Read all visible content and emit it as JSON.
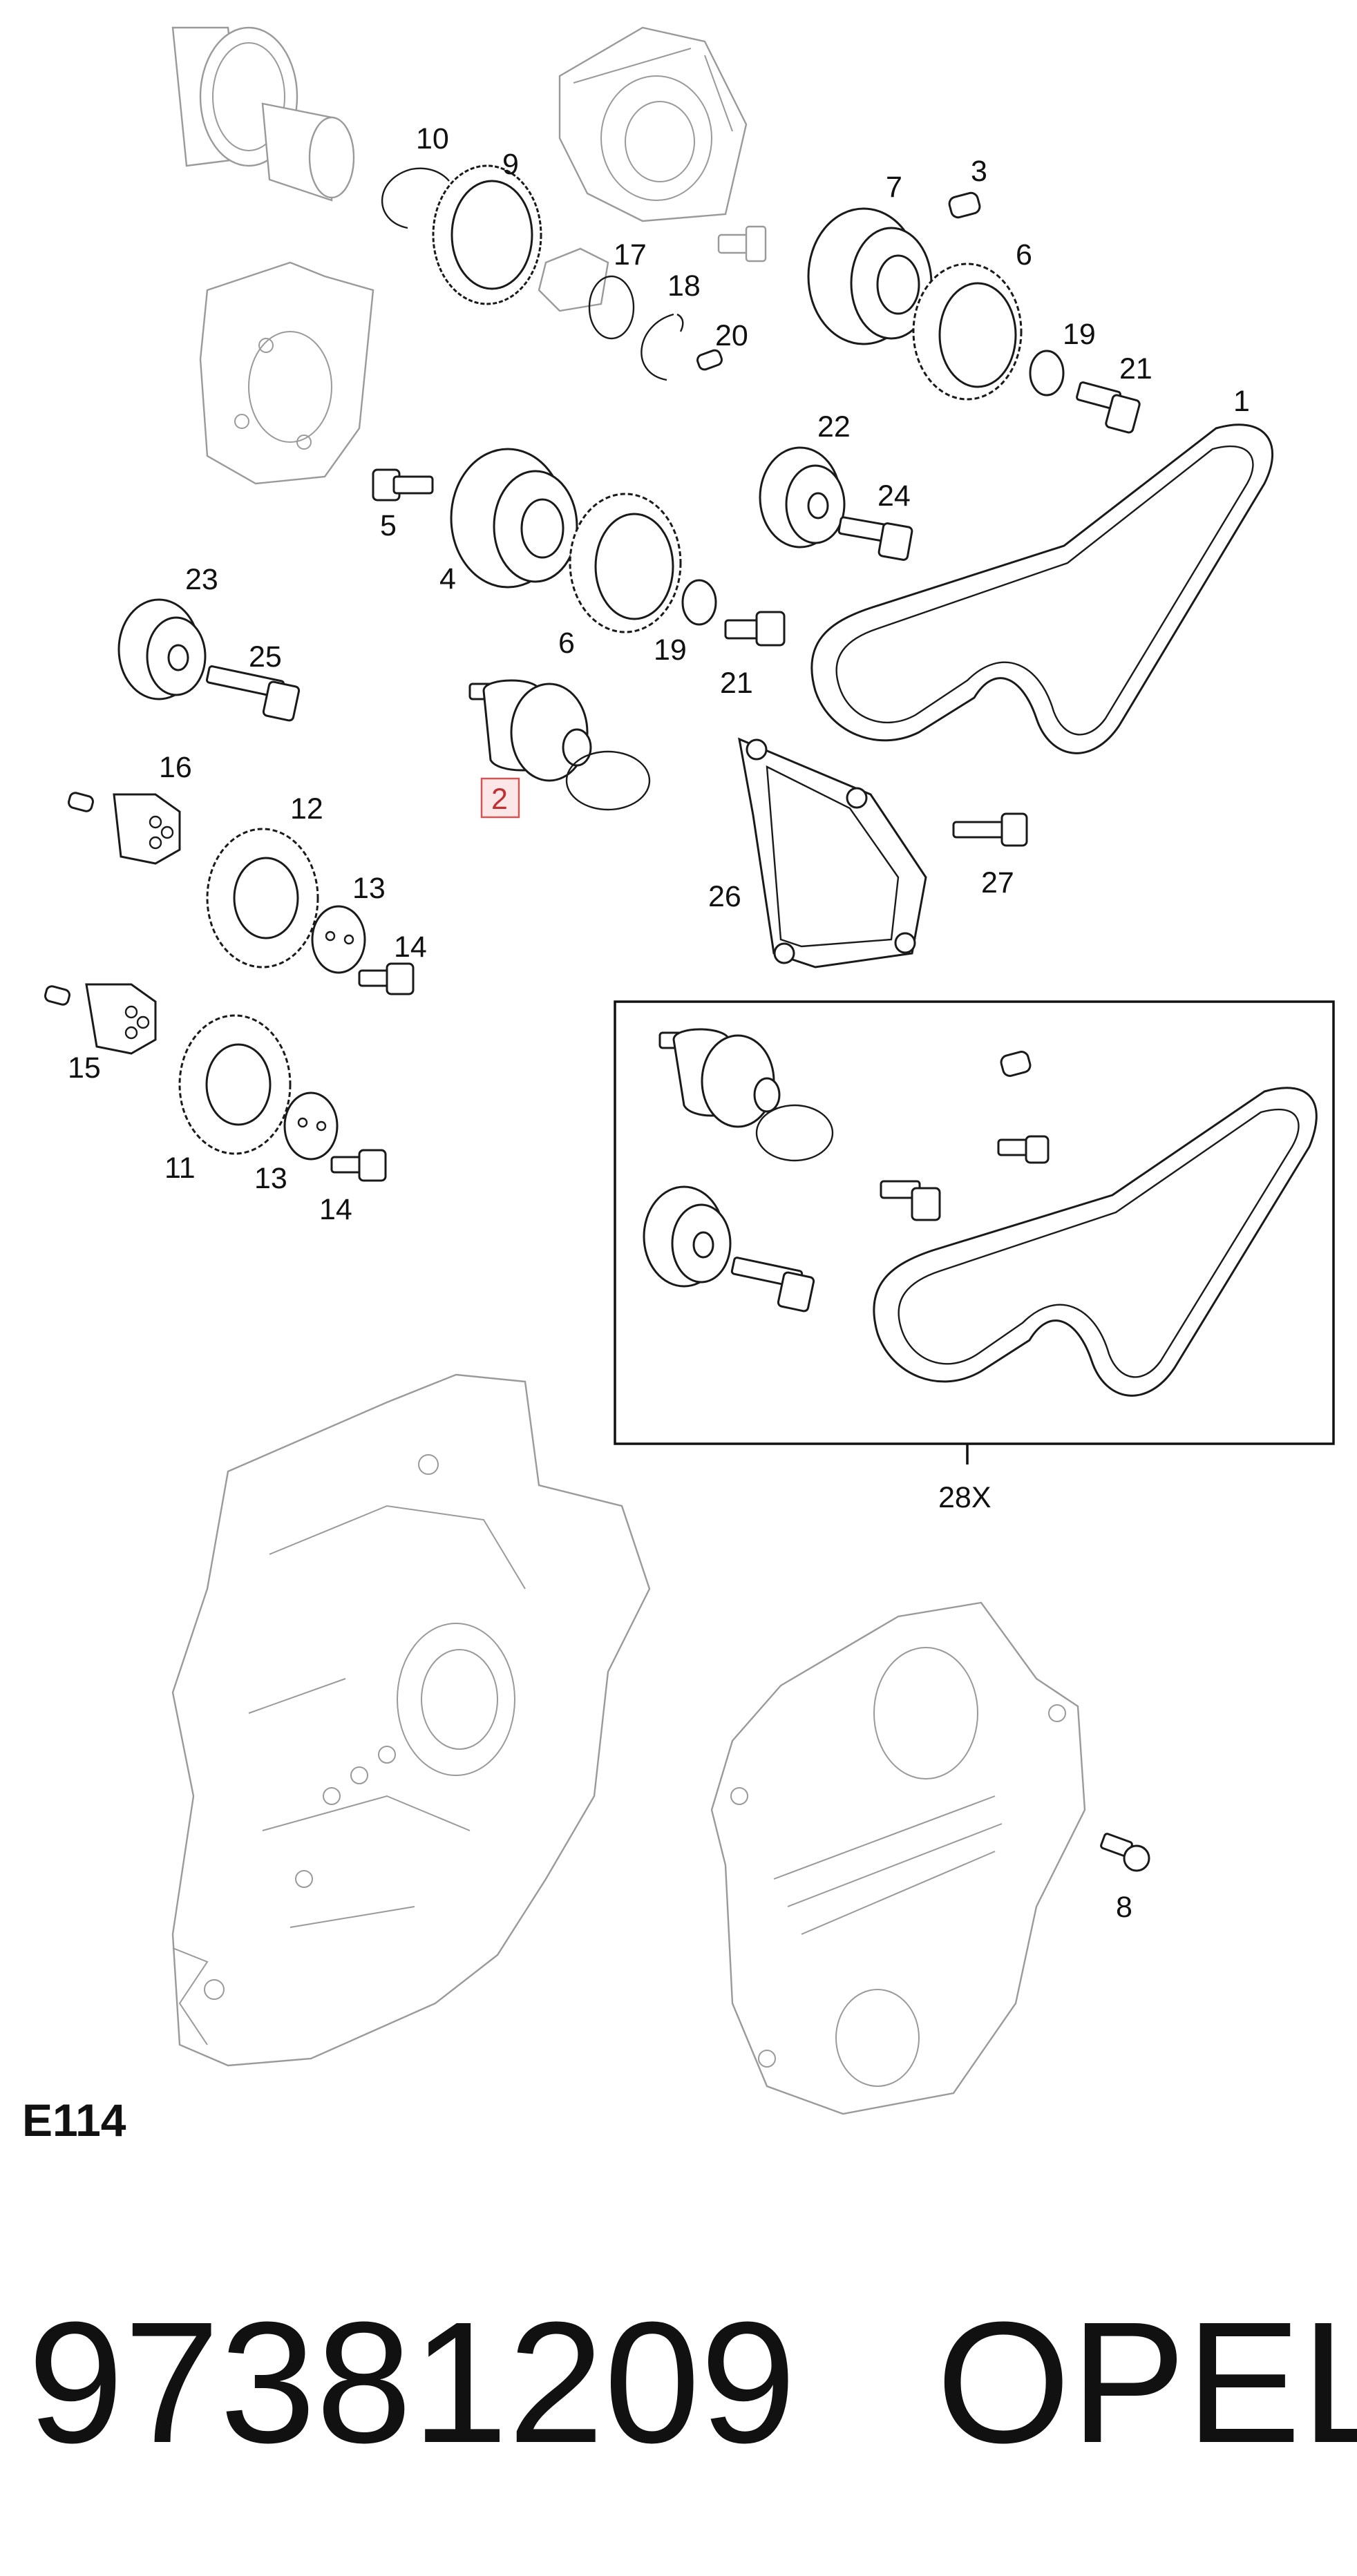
{
  "diagram": {
    "code": "E114",
    "highlighted_callout": "2",
    "kit_label": "28X",
    "callouts": {
      "c1": "1",
      "c2": "2",
      "c3": "3",
      "c4": "4",
      "c5": "5",
      "c6a": "6",
      "c6b": "6",
      "c7": "7",
      "c8": "8",
      "c9": "9",
      "c10": "10",
      "c11": "11",
      "c12": "12",
      "c13a": "13",
      "c13b": "13",
      "c14a": "14",
      "c14b": "14",
      "c15": "15",
      "c16": "16",
      "c17": "17",
      "c18": "18",
      "c19a": "19",
      "c19b": "19",
      "c20": "20",
      "c21a": "21",
      "c21b": "21",
      "c22": "22",
      "c23": "23",
      "c24": "24",
      "c25": "25",
      "c26": "26",
      "c27": "27"
    }
  },
  "footer": {
    "part_number": "97381209",
    "brand": "OPEL"
  },
  "colors": {
    "line": "#1a1a1a",
    "ghost_line": "#9a9a9a",
    "highlight_border": "#d05555",
    "highlight_fill": "#fbe7e7",
    "highlight_text": "#c03030"
  }
}
